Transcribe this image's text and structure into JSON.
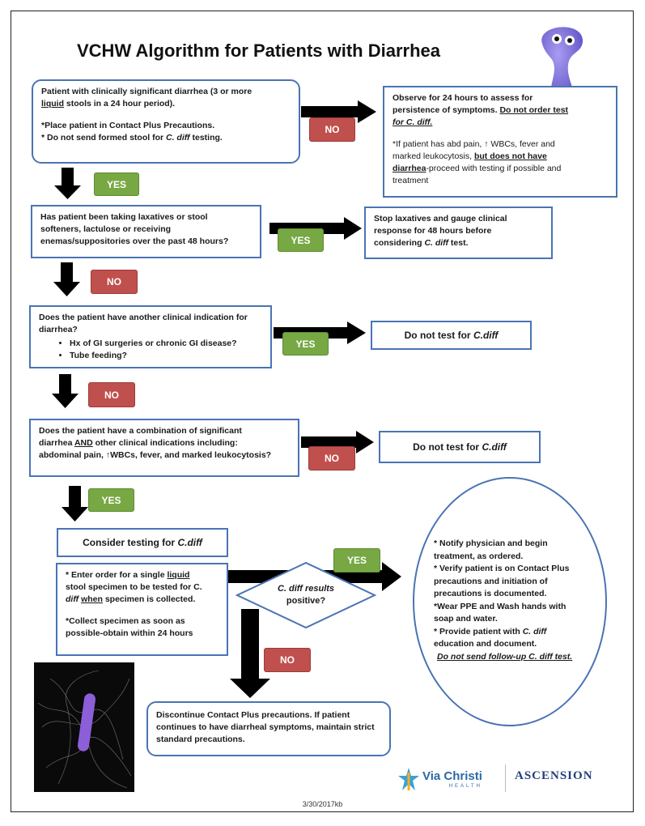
{
  "title": "VCHW Algorithm for Patients with Diarrhea",
  "step1": {
    "line1": "Patient with clinically significant diarrhea (3 or more",
    "line2_u": "liquid",
    "line2_rest": " stools in a 24 hour period).",
    "line3": "*Place patient in Contact Plus Precautions.",
    "line4_pre": "* Do not send formed stool for ",
    "line4_em": "C. diff",
    "line4_post": " testing."
  },
  "observe": {
    "line1": "Observe for 24 hours to assess for",
    "line2_pre": "persistence of symptoms. ",
    "line2_u": "Do not order test",
    "line3_u": "for C. diff.",
    "note1": "*If patient has abd pain, ↑ WBCs, fever and",
    "note2_pre": "marked leukocytosis, ",
    "note2_b": "but does not have",
    "note3_b": "diarrhea",
    "note3_post": "-proceed with testing if possible and",
    "note4": "treatment"
  },
  "step2": {
    "line1": "Has patient been taking laxatives or stool",
    "line2": "softeners, lactulose or receiving",
    "line3": "enemas/suppositories over the past 48 hours?"
  },
  "stop_laxatives": {
    "line1": "Stop laxatives and gauge clinical",
    "line2": "response for 48 hours before",
    "line3_pre": "considering ",
    "line3_em": "C. diff",
    "line3_post": " test."
  },
  "step3": {
    "line1": "Does the patient have another clinical indication for",
    "line2": "diarrhea?",
    "bullet1": "Hx of GI surgeries or chronic GI disease?",
    "bullet2": "Tube feeding?"
  },
  "no_test_1": {
    "pre": "Do not test for ",
    "em": "C.diff"
  },
  "step4": {
    "line1": "Does the patient have a combination of significant",
    "line2_pre": "diarrhea ",
    "line2_u": "AND",
    "line2_post": " other clinical indications including:",
    "line3": "abdominal pain, ↑WBCs, fever, and marked leukocytosis?"
  },
  "no_test_2": {
    "pre": "Do not test for ",
    "em": "C.diff"
  },
  "consider": {
    "pre": "Consider testing for ",
    "em": "C.diff"
  },
  "order": {
    "line1_pre": "* Enter order for a single ",
    "line1_u": "liquid",
    "line2": "stool specimen to be tested for C.",
    "line3_em": "diff",
    "line3_mid": " ",
    "line3_u": "when",
    "line3_post": " specimen is collected.",
    "line4": "*Collect specimen as soon as",
    "line5": "possible-obtain within 24 hours"
  },
  "decision": {
    "line1": "C. diff results",
    "line2": "positive?"
  },
  "positive": {
    "line1": "* Notify physician and begin",
    "line2": "treatment, as ordered.",
    "line3": "* Verify patient is on Contact Plus",
    "line4": "precautions and initiation of",
    "line5": "precautions is documented.",
    "line6": "*Wear PPE and Wash hands with",
    "line7": "soap and water.",
    "line8_pre": "* Provide patient with ",
    "line8_em": "C. diff",
    "line9": "education and document.",
    "line10": "Do not send follow-up C. diff test."
  },
  "discontinue": {
    "line1": "Discontinue Contact Plus precautions. If patient",
    "line2": "continues to have diarrheal symptoms, maintain strict",
    "line3": "standard precautions."
  },
  "labels": {
    "no1": "NO",
    "yes1": "YES",
    "yes2": "YES",
    "no2": "NO",
    "yes3": "YES",
    "no3": "NO",
    "no4": "NO",
    "yes4": "YES",
    "yes5": "YES",
    "no5": "NO"
  },
  "logos": {
    "vc_name": "Via Christi",
    "vc_sub": "HEALTH",
    "asc_name": "ASCENSION"
  },
  "footer": "3/30/2017kb",
  "colors": {
    "box_border": "#4a74b4",
    "no_badge": "#c0504d",
    "yes_badge": "#77a844",
    "germ": "#7b6fd6"
  }
}
